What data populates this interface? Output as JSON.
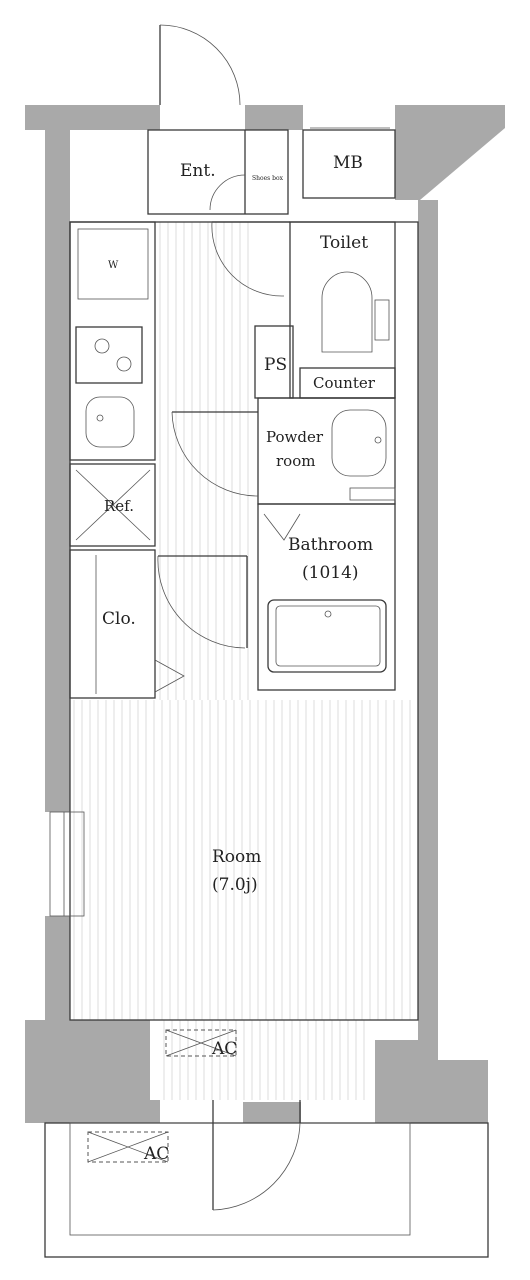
{
  "labels": {
    "entrance": "Ent.",
    "shoe_box": "Shoes box",
    "mb": "MB",
    "toilet": "Toilet",
    "washer": "W",
    "ps": "PS",
    "counter": "Counter",
    "powder_room_line1": "Powder",
    "powder_room_line2": "room",
    "refrigerator": "Ref.",
    "bathroom": "Bathroom",
    "bathroom_size": "(1014)",
    "closet": "Clo.",
    "room": "Room",
    "room_size": "(7.0j)",
    "ac_room": "AC",
    "ac_balcony": "AC"
  },
  "colors": {
    "wall": "#a9a9a9",
    "line": "#3a3a3a",
    "floor_stripe": "#d4d4d4"
  }
}
